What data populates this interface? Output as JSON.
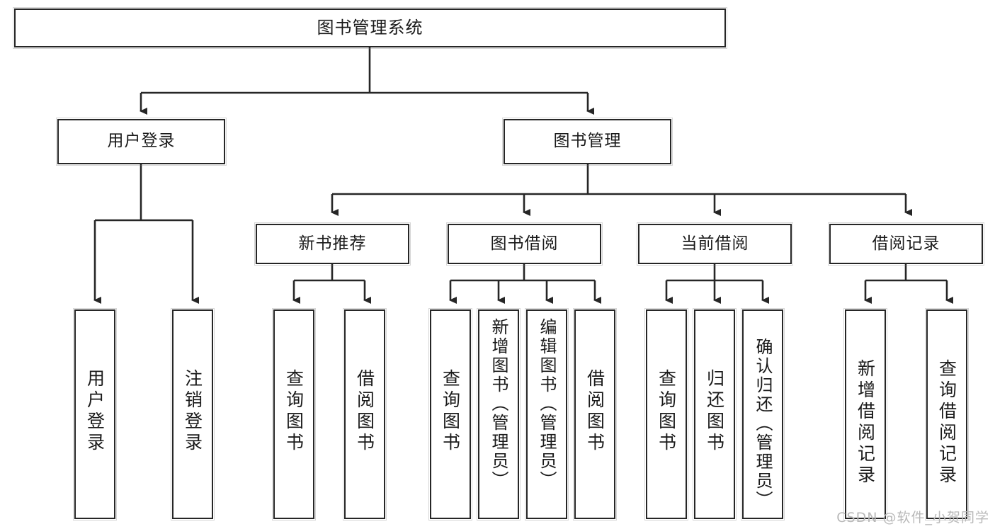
{
  "diagram": {
    "type": "tree-hierarchy",
    "title": "图书管理系统",
    "watermark": "CSDN @软件_小贺同学",
    "colors": {
      "box_border": "#262626",
      "box_fill": "#ffffff",
      "connector": "#262626",
      "text": "#1a1a1a",
      "watermark": "#b9b9b9",
      "background": "#ffffff"
    },
    "root": {
      "label": "图书管理系统"
    },
    "level2": [
      {
        "label": "用户登录"
      },
      {
        "label": "图书管理"
      }
    ],
    "level3": [
      {
        "label": "新书推荐"
      },
      {
        "label": "图书借阅"
      },
      {
        "label": "当前借阅"
      },
      {
        "label": "借阅记录"
      }
    ],
    "leaves": {
      "user_login": [
        {
          "label": "用户登录"
        },
        {
          "label": "注销登录"
        }
      ],
      "new_book": [
        {
          "label": "查询图书"
        },
        {
          "label": "借阅图书"
        }
      ],
      "book_borrow": [
        {
          "label": "查询图书"
        },
        {
          "label": "新增图书（管理员）"
        },
        {
          "label": "编辑图书（管理员）"
        },
        {
          "label": "借阅图书"
        }
      ],
      "current_borrow": [
        {
          "label": "查询图书"
        },
        {
          "label": "归还图书"
        },
        {
          "label": "确认归还（管理员）"
        }
      ],
      "borrow_record": [
        {
          "label": "新增借阅记录"
        },
        {
          "label": "查询借阅记录"
        }
      ]
    }
  }
}
